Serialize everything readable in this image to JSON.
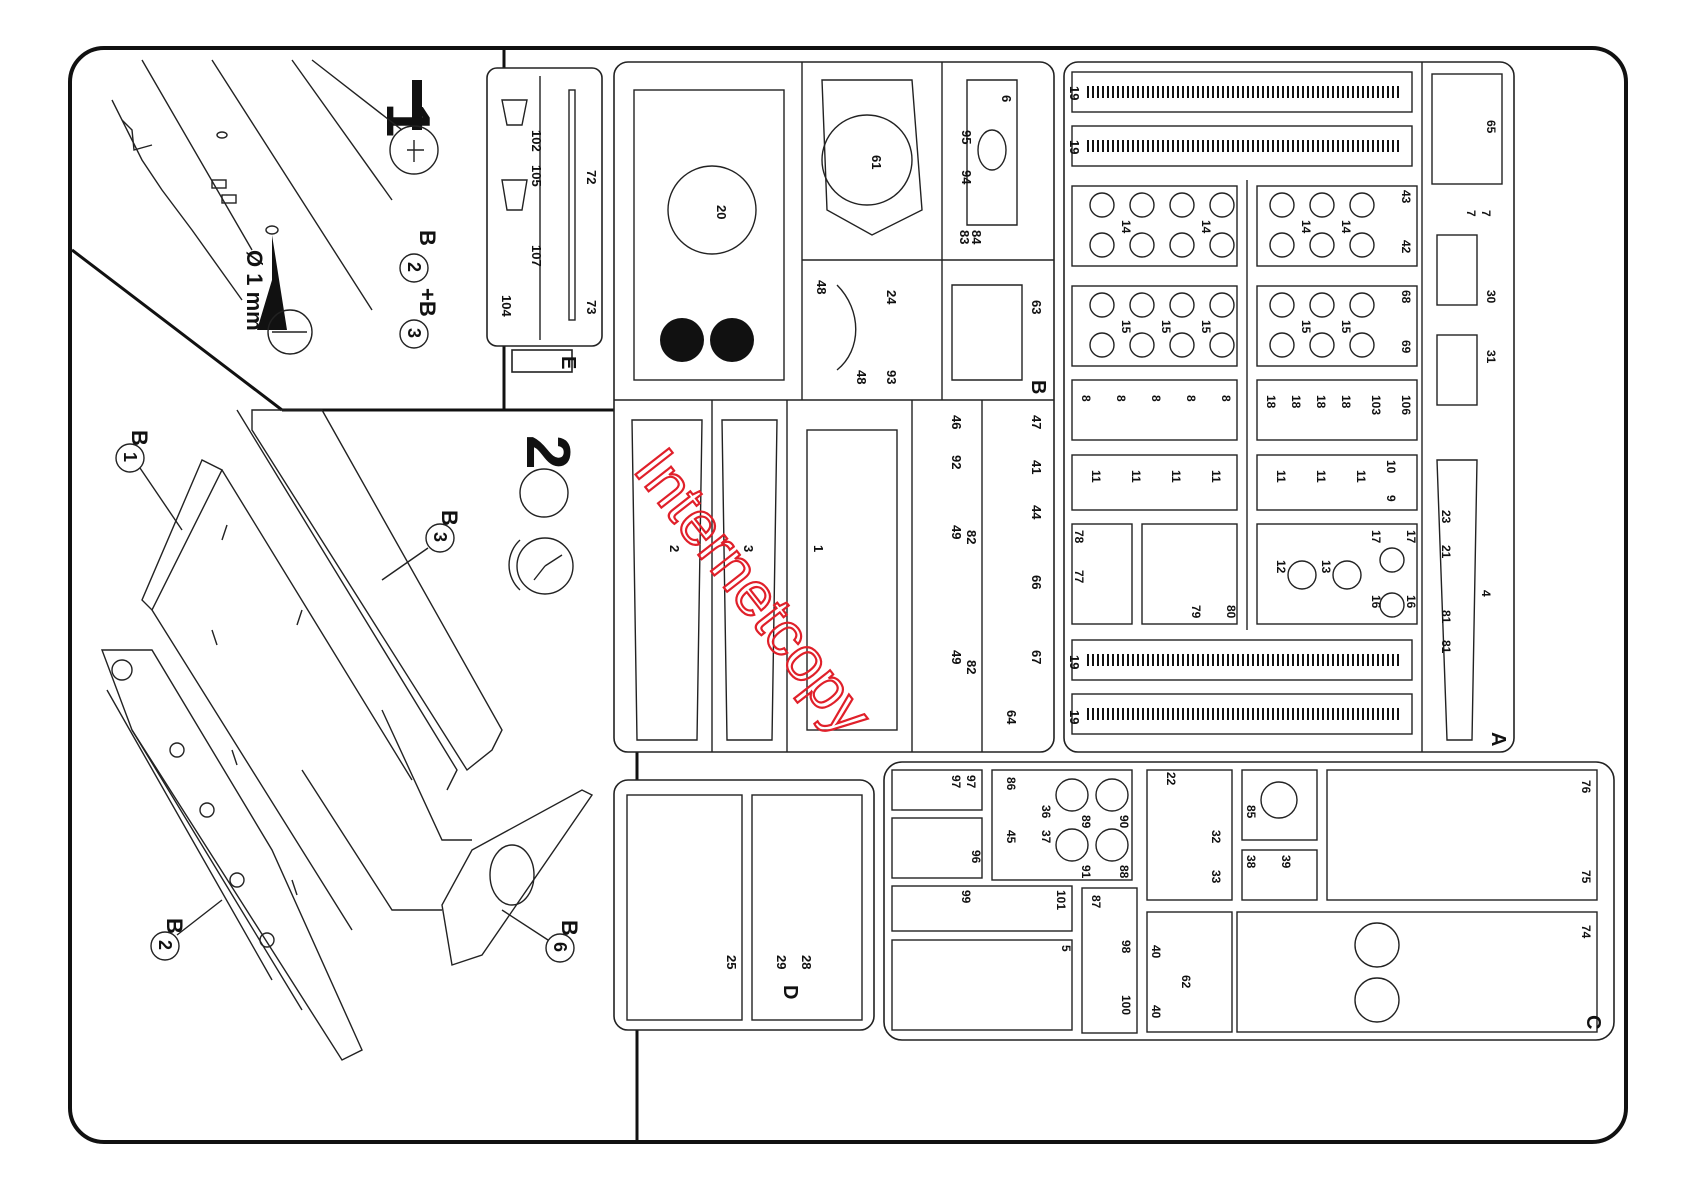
{
  "step1": {
    "number": "1",
    "parts": [
      "B",
      "2",
      "+B",
      "3"
    ],
    "drill": "Ø 1 mm"
  },
  "step2": {
    "number": "2",
    "callouts": [
      "B",
      "1",
      "B",
      "2",
      "B",
      "3",
      "B",
      "6"
    ]
  },
  "sprues": {
    "E": {
      "letter": "E",
      "parts": [
        "102",
        "105",
        "107",
        "104",
        "72",
        "73"
      ]
    },
    "B": {
      "letter": "B",
      "parts": [
        "20",
        "61",
        "6",
        "95",
        "94",
        "84",
        "83",
        "48",
        "24",
        "48",
        "93",
        "63",
        "2",
        "3",
        "1",
        "46",
        "92",
        "49",
        "82",
        "49",
        "82",
        "47",
        "41",
        "44",
        "66",
        "67",
        "64"
      ]
    },
    "A": {
      "letter": "A",
      "parts": [
        "19",
        "19",
        "14",
        "14",
        "14",
        "14",
        "43",
        "42",
        "15",
        "15",
        "15",
        "15",
        "15",
        "68",
        "69",
        "8",
        "8",
        "8",
        "8",
        "8",
        "18",
        "18",
        "18",
        "18",
        "103",
        "106",
        "11",
        "11",
        "11",
        "11",
        "11",
        "11",
        "11",
        "10",
        "9",
        "78",
        "77",
        "79",
        "80",
        "12",
        "13",
        "17",
        "17",
        "16",
        "16",
        "19",
        "19",
        "65",
        "7",
        "7",
        "30",
        "31",
        "23",
        "21",
        "4",
        "81",
        "81"
      ]
    },
    "D": {
      "letter": "D",
      "parts": [
        "25",
        "29",
        "28"
      ]
    },
    "C": {
      "letter": "C",
      "parts": [
        "97",
        "97",
        "86",
        "36",
        "89",
        "90",
        "96",
        "45",
        "37",
        "91",
        "88",
        "99",
        "101",
        "87",
        "98",
        "100",
        "5",
        "22",
        "32",
        "33",
        "85",
        "38",
        "39",
        "76",
        "75",
        "40",
        "62",
        "40",
        "74"
      ]
    }
  },
  "watermark": "Internetcopy",
  "colors": {
    "line": "#111111",
    "watermark": "#e0202a",
    "background": "#ffffff"
  }
}
